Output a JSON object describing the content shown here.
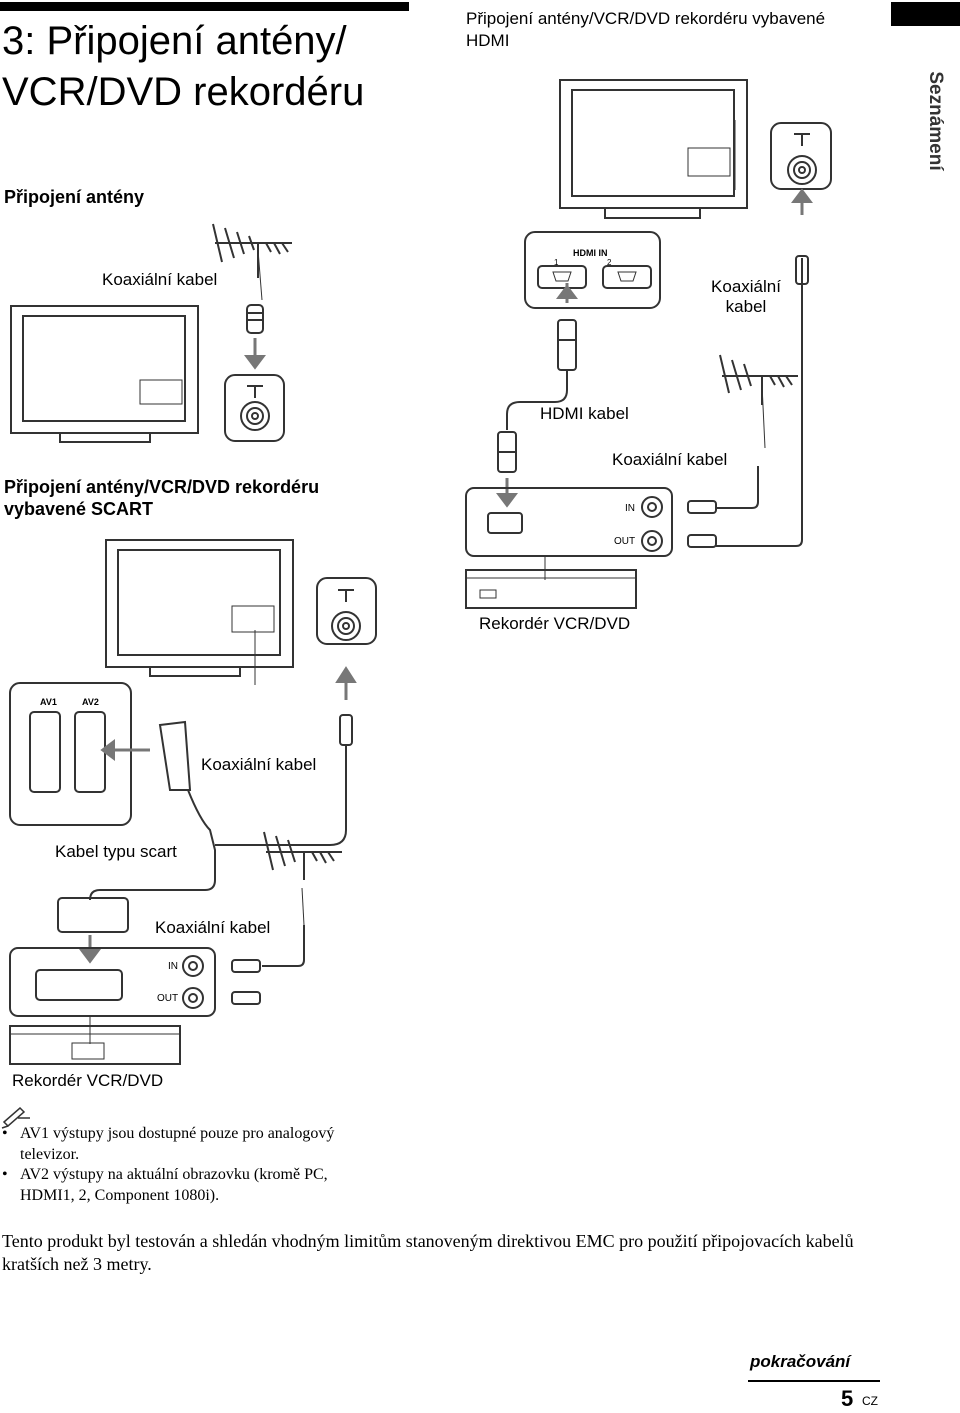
{
  "header": {
    "section_title": "3: Připojení antény/ VCR/DVD rekordéru",
    "side_tab": "Seznámení"
  },
  "sections": {
    "antenna": "Připojení antény",
    "hdmi": "Připojení antény/VCR/DVD rekordéru vybavené HDMI",
    "scart": "Připojení antény/VCR/DVD rekordéru vybavené SCART"
  },
  "labels": {
    "coax_cable": "Koaxiální kabel",
    "coax_cable_hdmi": "Koaxiální kabel",
    "hdmi_cable": "HDMI kabel",
    "hdmi_coax_cable": "Koaxiální kabel",
    "recorder_hdmi": "Rekordér VCR/DVD",
    "scart_coax_1": "Koaxiální kabel",
    "scart_cable": "Kabel typu scart",
    "scart_coax_2": "Koaxiální kabel",
    "recorder_scart": "Rekordér VCR/DVD",
    "av1": "AV1",
    "av2": "AV2",
    "hdmi_in": "HDMI IN",
    "hdmi_port_1": "1",
    "hdmi_port_2": "2",
    "in": "IN",
    "out": "OUT"
  },
  "notes": {
    "icon": "pencil-note-icon",
    "items": [
      "AV1 výstupy jsou dostupné pouze pro analogový televizor.",
      "AV2 výstupy na aktuální obrazovku (kromě PC, HDMI1, 2, Component 1080i)."
    ]
  },
  "emc_text": "Tento produkt byl testován a shledán vhodným limitům stanoveným direktivou EMC pro použití připojovacích kabelů kratších než 3 metry.",
  "footer": {
    "continued": "pokračování",
    "page_number": "5",
    "lang": "CZ"
  }
}
